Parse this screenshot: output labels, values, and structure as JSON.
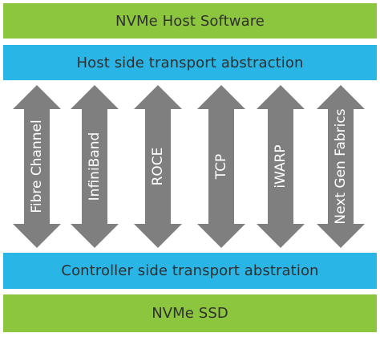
{
  "diagram": {
    "top_band": {
      "label": "NVMe Host Software",
      "color": "#8cc63f"
    },
    "host_transport": {
      "label": "Host side transport abstraction",
      "color": "#29b6e6"
    },
    "transports": [
      {
        "label": "Fibre Channel",
        "icon": "double-arrow-icon"
      },
      {
        "label": "InfiniBand",
        "icon": "double-arrow-icon"
      },
      {
        "label": "ROCE",
        "icon": "double-arrow-icon"
      },
      {
        "label": "TCP",
        "icon": "double-arrow-icon"
      },
      {
        "label": "iWARP",
        "icon": "double-arrow-icon"
      },
      {
        "label": "Next Gen Fabrics",
        "icon": "double-arrow-icon"
      }
    ],
    "controller_transport": {
      "label": "Controller side transport abstration",
      "color": "#29b6e6"
    },
    "bottom_band": {
      "label": "NVMe SSD",
      "color": "#8cc63f"
    },
    "arrow_color": "#7f7f7f"
  }
}
